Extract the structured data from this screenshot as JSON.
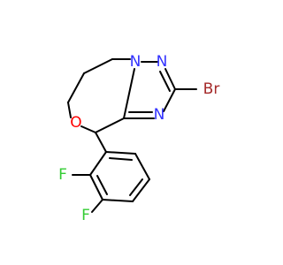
{
  "atoms": {
    "n1": {
      "symbol": "N",
      "color": "#3333ff"
    },
    "n2": {
      "symbol": "N",
      "color": "#3333ff"
    },
    "n4": {
      "symbol": "N",
      "color": "#3333ff"
    },
    "br": {
      "symbol": "Br",
      "color": "#a52a2a"
    },
    "o": {
      "symbol": "O",
      "color": "#ff0000"
    },
    "f1": {
      "symbol": "F",
      "color": "#33cc33"
    },
    "f2": {
      "symbol": "F",
      "color": "#33cc33"
    }
  }
}
